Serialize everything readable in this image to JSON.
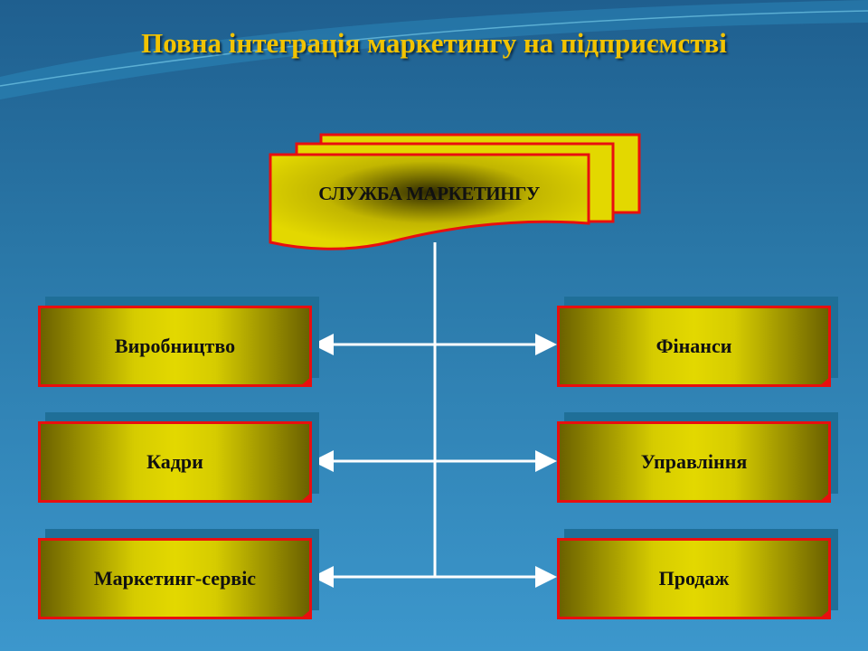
{
  "title": "Повна інтеграція маркетингу на підприємстві",
  "center": {
    "label": "СЛУЖБА МАРКЕТИНГУ"
  },
  "left_boxes": [
    {
      "label": "Виробництво"
    },
    {
      "label": "Кадри"
    },
    {
      "label": "Маркетинг-сервіс"
    }
  ],
  "right_boxes": [
    {
      "label": "Фінанси"
    },
    {
      "label": "Управління"
    },
    {
      "label": "Продаж"
    }
  ],
  "colors": {
    "box_fill": "#e3d800",
    "border": "#e80f0f",
    "title": "#f2c300",
    "connector": "#ffffff"
  }
}
